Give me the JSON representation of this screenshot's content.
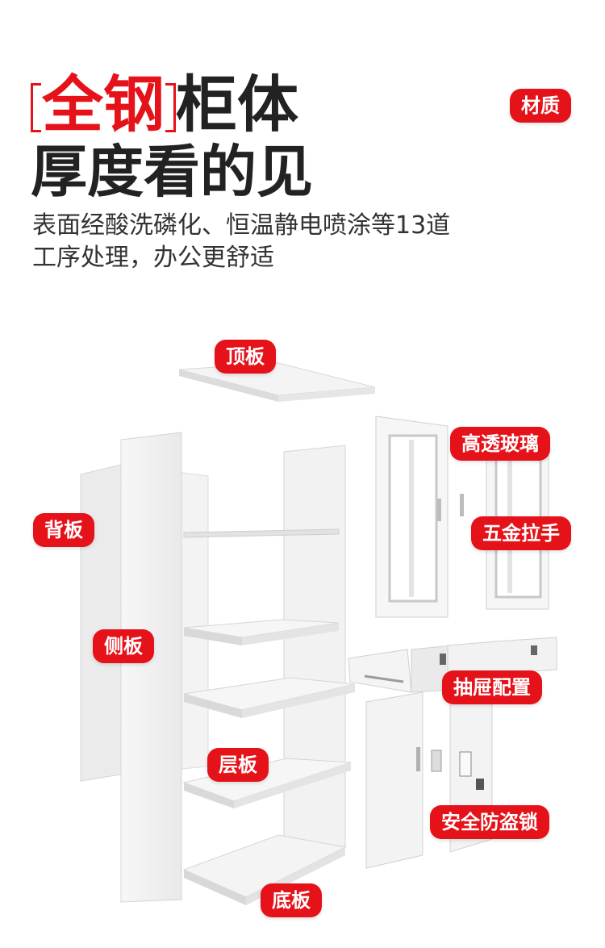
{
  "headline": {
    "bracket_text": "全钢",
    "line1_suffix": "柜体",
    "line2": "厚度看的见"
  },
  "description": {
    "line1": "表面经酸洗磷化、恒温静电喷涂等13道",
    "line2": "工序处理，办公更舒适"
  },
  "material_badge": "材质",
  "parts": {
    "top_panel": "顶板",
    "back_panel": "背板",
    "side_panel": "侧板",
    "shelf": "层板",
    "bottom_panel": "底板",
    "glass": "高透玻璃",
    "handle": "五金拉手",
    "drawer": "抽屉配置",
    "lock": "安全防盗锁"
  },
  "colors": {
    "accent": "#e6121a",
    "panel": "#f2f2f2",
    "panel_shade": "#dedede"
  }
}
